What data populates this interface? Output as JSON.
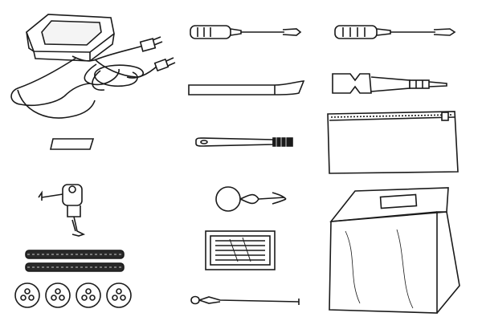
{
  "page": {
    "background": "#ffffff",
    "ink": "#1a1a1a"
  },
  "accessories": [
    {
      "id": "foot-controller",
      "icon": "foot-controller-icon"
    },
    {
      "id": "screwdriver-large",
      "icon": "screwdriver-icon"
    },
    {
      "id": "screwdriver-small",
      "icon": "screwdriver-icon"
    },
    {
      "id": "seam-ripper",
      "icon": "seam-ripper-icon"
    },
    {
      "id": "twin-needle-holder",
      "icon": "needle-holder-icon"
    },
    {
      "id": "felt-pad",
      "icon": "felt-icon"
    },
    {
      "id": "cleaning-brush",
      "icon": "brush-icon"
    },
    {
      "id": "accessory-bag",
      "icon": "zipper-bag-icon"
    },
    {
      "id": "presser-foot",
      "icon": "presser-foot-icon"
    },
    {
      "id": "needle-threader",
      "icon": "needle-threader-icon"
    },
    {
      "id": "dust-cover",
      "icon": "dust-cover-icon"
    },
    {
      "id": "needle-set",
      "icon": "needle-pack-icon"
    },
    {
      "id": "spool-nets",
      "icon": "spool-net-icon"
    },
    {
      "id": "spool-caps",
      "icon": "spool-cap-icon",
      "count": 4
    },
    {
      "id": "tweezers",
      "icon": "tweezers-icon"
    }
  ]
}
